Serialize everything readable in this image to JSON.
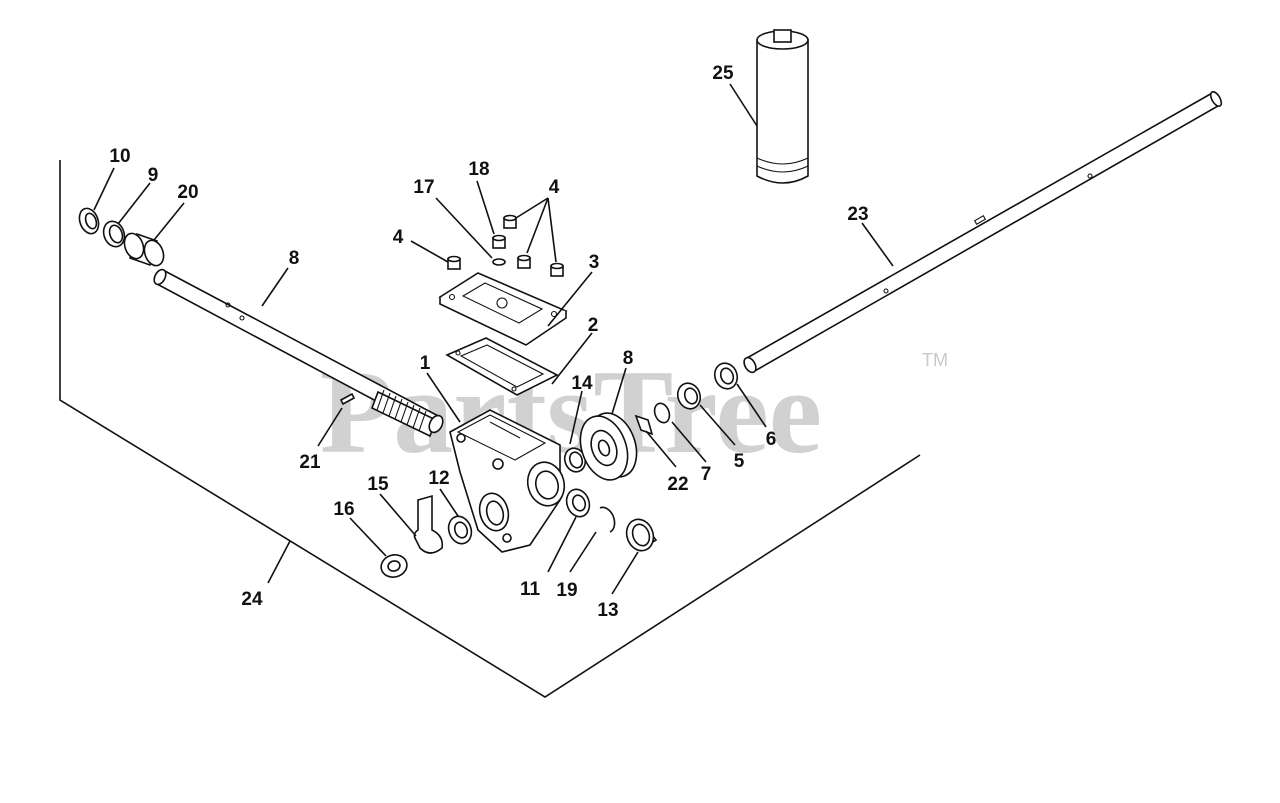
{
  "watermark": {
    "text": "PartsTree",
    "trademark": "TM",
    "color": "#c9c9c9"
  },
  "callouts": [
    {
      "id": "c1",
      "label": "1"
    },
    {
      "id": "c2",
      "label": "2"
    },
    {
      "id": "c3",
      "label": "3"
    },
    {
      "id": "c4a",
      "label": "4"
    },
    {
      "id": "c4b",
      "label": "4"
    },
    {
      "id": "c5",
      "label": "5"
    },
    {
      "id": "c6",
      "label": "6"
    },
    {
      "id": "c7",
      "label": "7"
    },
    {
      "id": "c8a",
      "label": "8"
    },
    {
      "id": "c8b",
      "label": "8"
    },
    {
      "id": "c9",
      "label": "9"
    },
    {
      "id": "c10",
      "label": "10"
    },
    {
      "id": "c11",
      "label": "11"
    },
    {
      "id": "c12",
      "label": "12"
    },
    {
      "id": "c13",
      "label": "13"
    },
    {
      "id": "c14",
      "label": "14"
    },
    {
      "id": "c15",
      "label": "15"
    },
    {
      "id": "c16",
      "label": "16"
    },
    {
      "id": "c17",
      "label": "17"
    },
    {
      "id": "c18",
      "label": "18"
    },
    {
      "id": "c19",
      "label": "19"
    },
    {
      "id": "c20",
      "label": "20"
    },
    {
      "id": "c21",
      "label": "21"
    },
    {
      "id": "c22",
      "label": "22"
    },
    {
      "id": "c23",
      "label": "23"
    },
    {
      "id": "c24",
      "label": "24"
    },
    {
      "id": "c25",
      "label": "25"
    }
  ]
}
